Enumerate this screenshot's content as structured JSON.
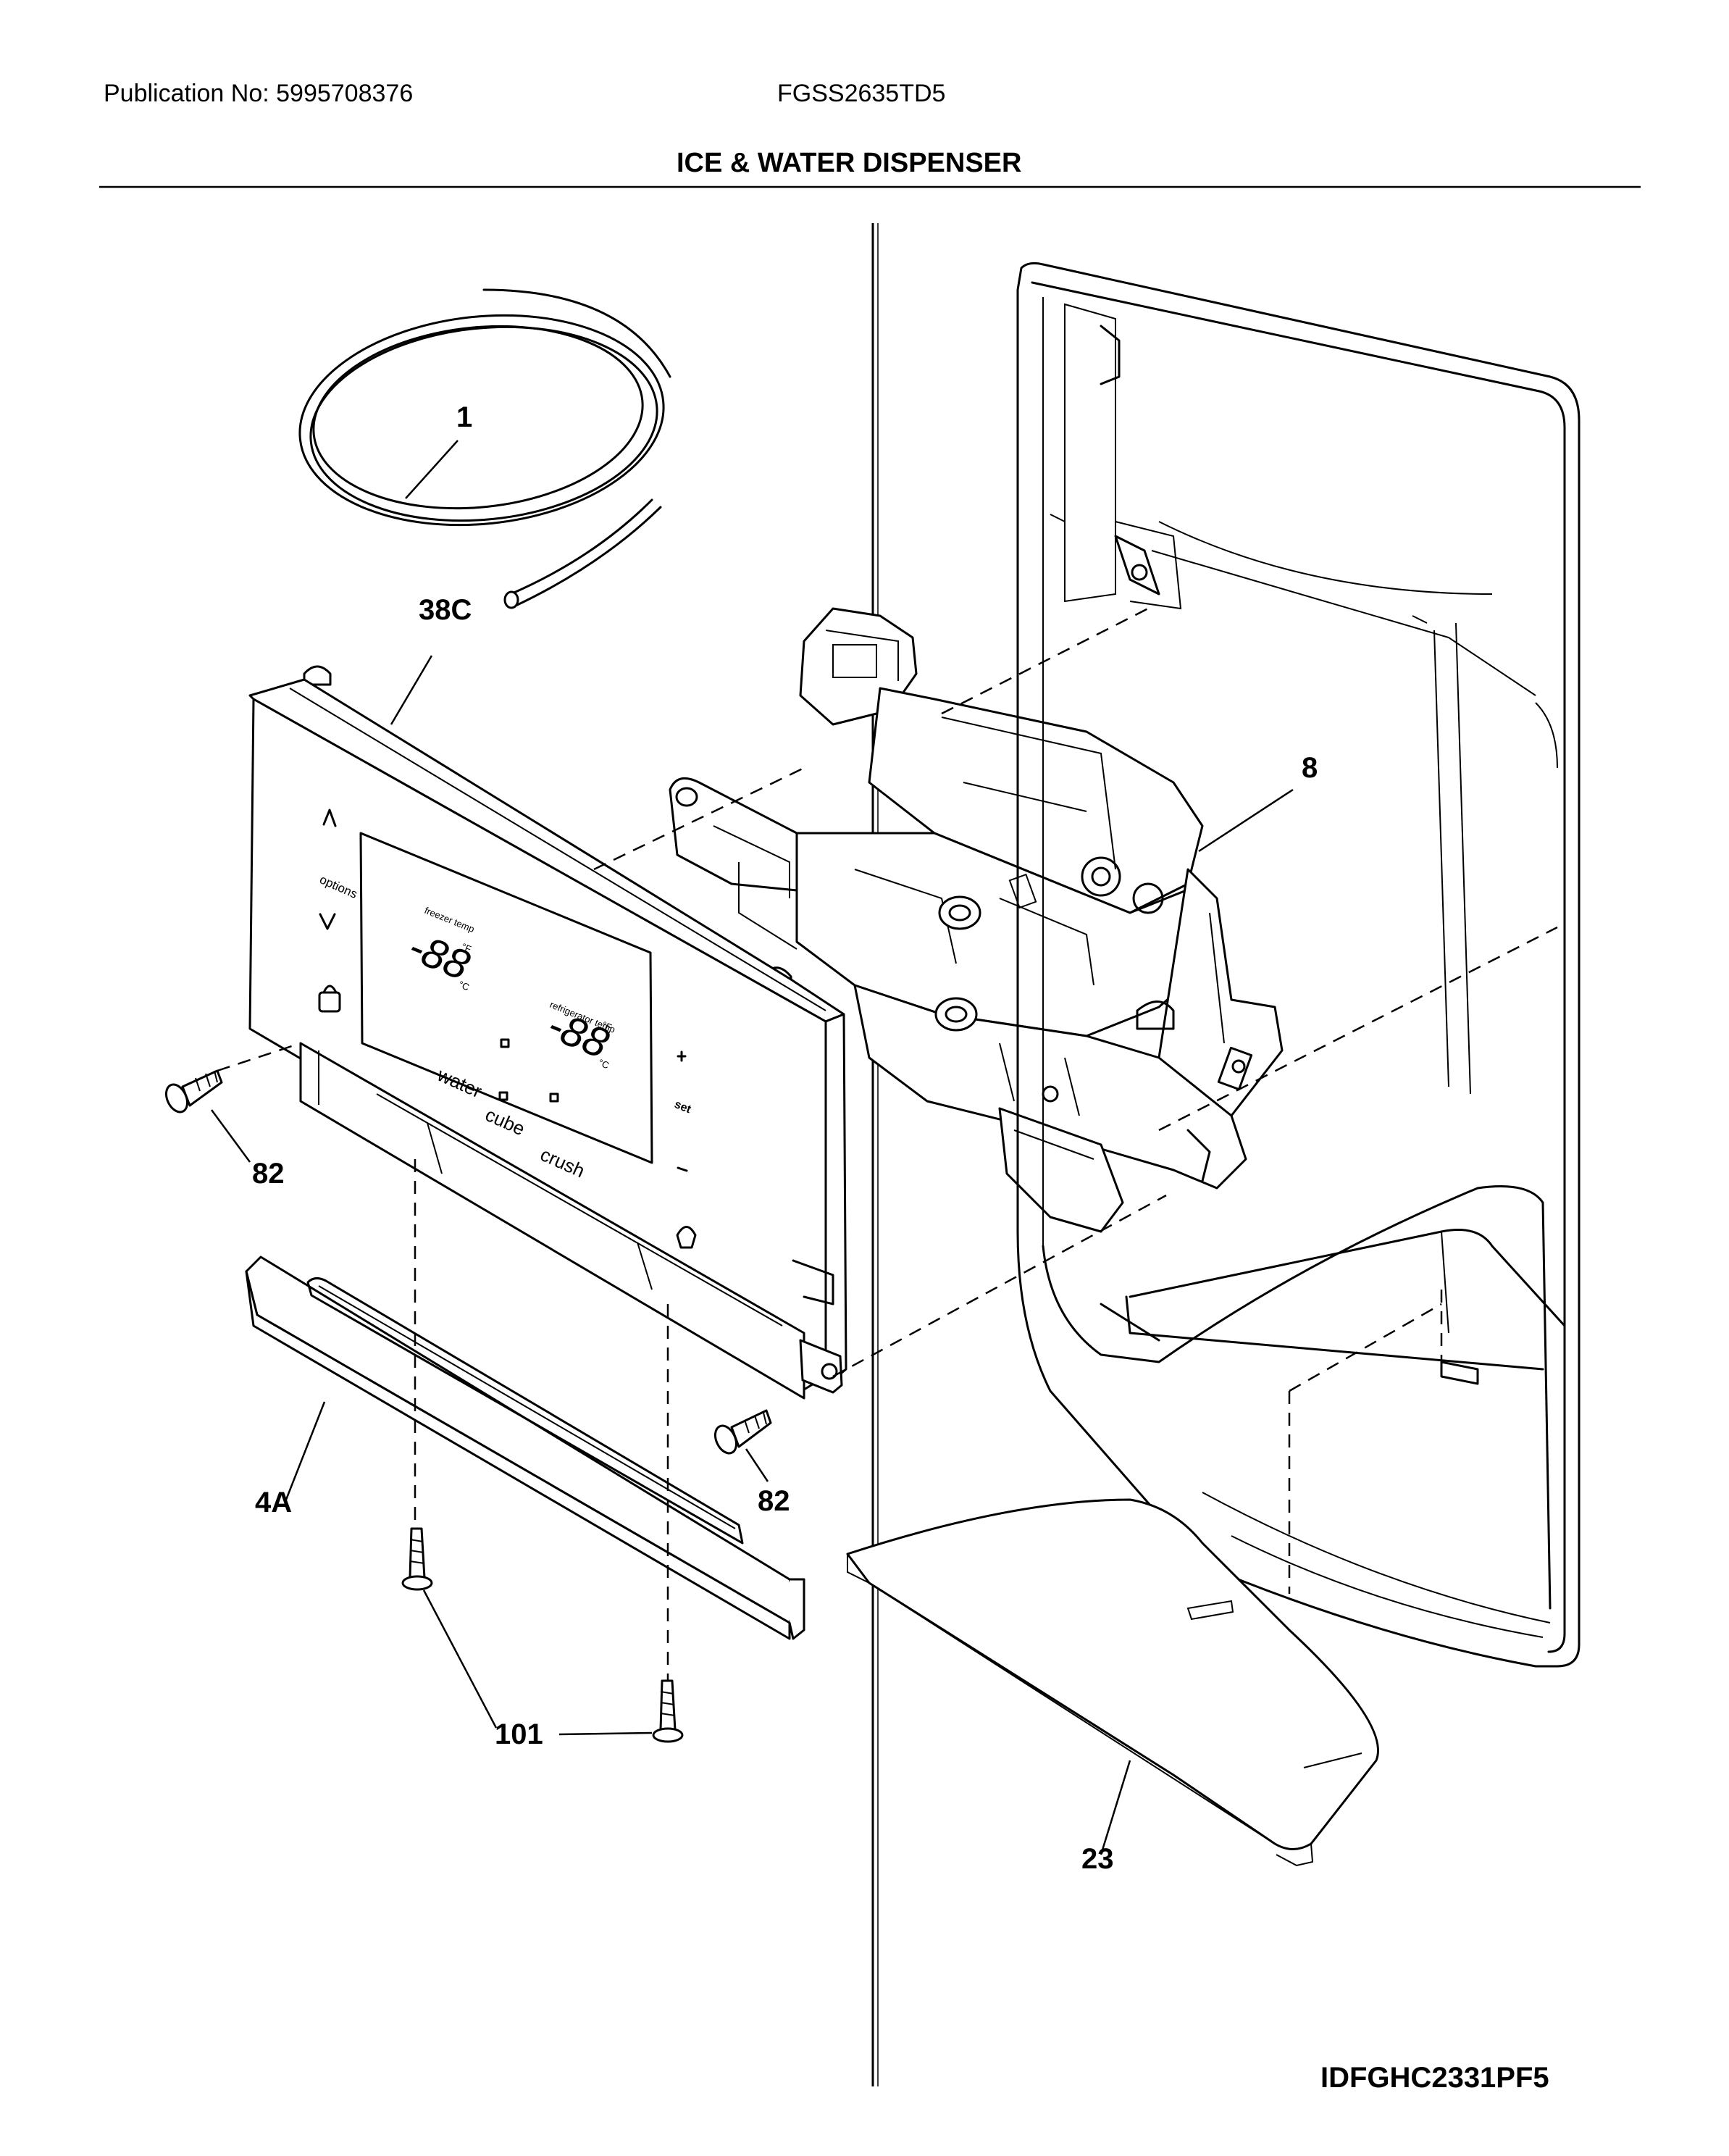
{
  "header": {
    "publication": "Publication No: 5995708376",
    "model": "FGSS2635TD5",
    "title": "ICE & WATER DISPENSER"
  },
  "callouts": {
    "tubing": "1",
    "control_panel": "38C",
    "dispenser_housing": "8",
    "screw_left": "82",
    "screw_right": "82",
    "trim_bar": "4A",
    "screws_bottom": "101",
    "drip_tray": "23"
  },
  "panel_labels": {
    "options": "options",
    "freezer_temp": "freezer temp",
    "freezer_digits": "-88",
    "refrigerator_temp": "refrigerator temp",
    "refrigerator_digits": "-88",
    "unit_f": "°F",
    "unit_c": "°C",
    "water": "water",
    "cube": "cube",
    "crush": "crush",
    "set": "set"
  },
  "footer": {
    "diagram_id": "IDFGHC2331PF5"
  }
}
